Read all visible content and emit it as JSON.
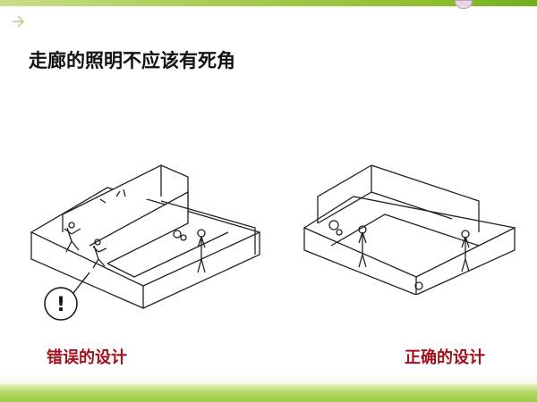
{
  "slide": {
    "title": "走廊的照明不应该有死角",
    "left_caption": "错误的设计",
    "right_caption": "正确的设计",
    "warning_symbol": "!"
  },
  "colors": {
    "caption": "#a5101c",
    "accent": "#8fbf2e"
  },
  "icons": [
    "arrow-right-icon",
    "warning-icon"
  ]
}
